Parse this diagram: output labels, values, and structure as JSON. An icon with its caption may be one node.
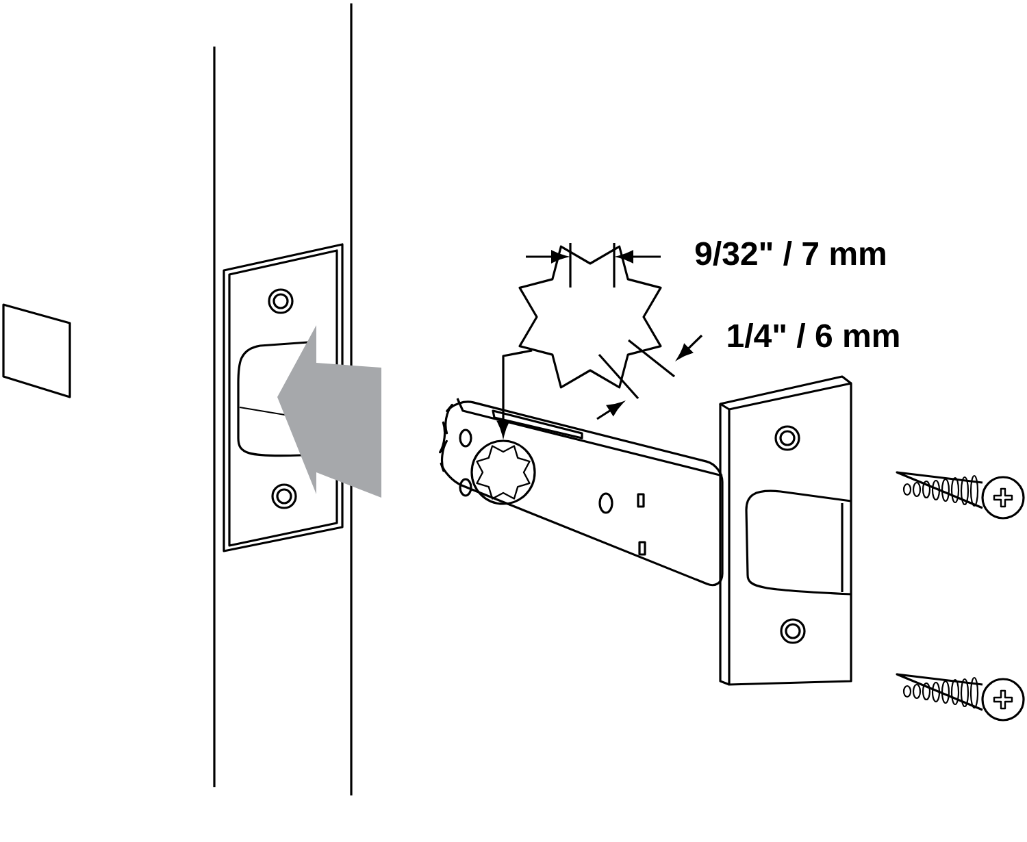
{
  "diagram": {
    "nodes": [
      {
        "text": [],
        "shape": "star"
      },
      {
        "text": [],
        "shape": "circle"
      }
    ],
    "edges": [
      {
        "from": 0,
        "to": 1,
        "arrow": "to"
      }
    ],
    "labels": [
      "9/32\" / 7 mm",
      "1/4\" / 6 mm"
    ]
  }
}
